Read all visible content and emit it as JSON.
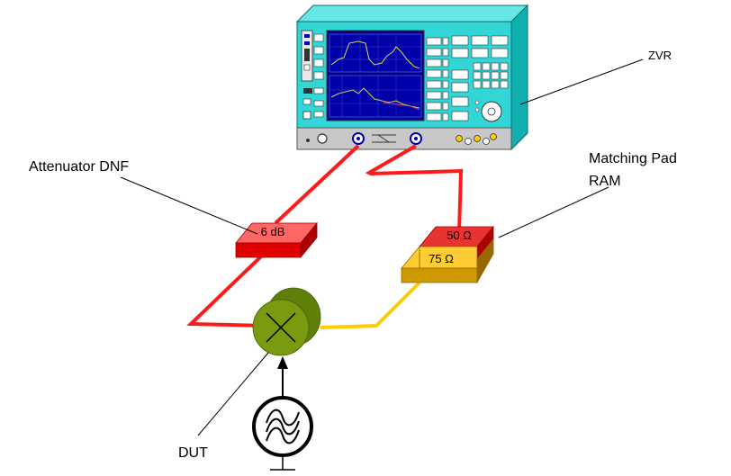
{
  "labels": {
    "zvr": "ZVR",
    "attenuator": "Attenuator DNF",
    "matching_pad_line1": "Matching Pad",
    "matching_pad_line2": "RAM",
    "dut": "DUT"
  },
  "attenuator_value": "6 dB",
  "pad_values": {
    "upper": "50 Ω",
    "lower": "75 Ω"
  },
  "colors": {
    "cable_red": "#ff1a1a",
    "cable_yellow": "#ffcc00",
    "attenuator_red": "#e00000",
    "pad_gold": "#ffcc33",
    "dut_green": "#7a9a10",
    "instrument_body": "#1fcccc",
    "screen_blue": "#0000aa"
  },
  "icons": [
    "mixer-x-icon",
    "sine-source-icon",
    "ground-icon"
  ]
}
